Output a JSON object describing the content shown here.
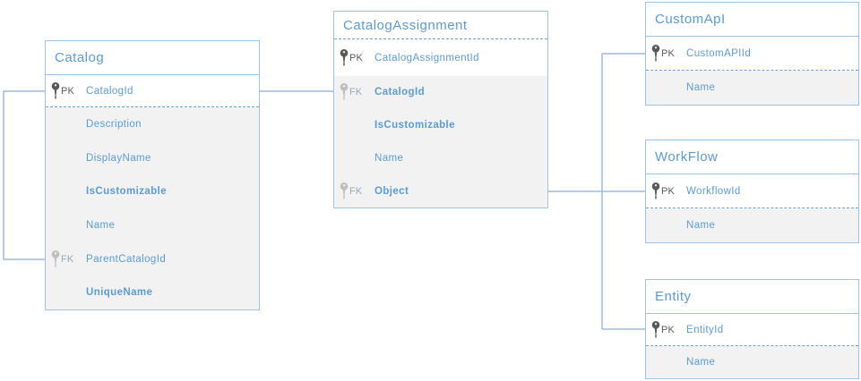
{
  "diagram": {
    "colors": {
      "table_border": "#9dc3e6",
      "connector": "#9fbcdb",
      "title_text": "#5b9bd5",
      "field_text": "#5b9bd5",
      "pk_label": "#595959",
      "fk_label": "#96a9be",
      "pk_icon": "#595959",
      "fk_icon": "#bfbfbf",
      "attr_row_bg": "#f2f2f2",
      "table_bg": "#ffffff"
    },
    "tables": [
      {
        "title": "Catalog",
        "fields": [
          {
            "key": "PK",
            "name": "CatalogId",
            "bold": false
          },
          {
            "key": "",
            "name": "Description",
            "bold": false
          },
          {
            "key": "",
            "name": "DisplayName",
            "bold": false
          },
          {
            "key": "",
            "name": "IsCustomizable",
            "bold": true
          },
          {
            "key": "",
            "name": "Name",
            "bold": false
          },
          {
            "key": "FK",
            "name": "ParentCatalogId",
            "bold": false
          },
          {
            "key": "",
            "name": "UniqueName",
            "bold": true
          }
        ]
      },
      {
        "title": "CatalogAssignment",
        "fields": [
          {
            "key": "PK",
            "name": "CatalogAssignmentId",
            "bold": false
          },
          {
            "key": "FK",
            "name": "CatalogId",
            "bold": true
          },
          {
            "key": "",
            "name": "IsCustomizable",
            "bold": true
          },
          {
            "key": "",
            "name": "Name",
            "bold": false
          },
          {
            "key": "FK",
            "name": "Object",
            "bold": true
          }
        ]
      },
      {
        "title": "CustomApI",
        "fields": [
          {
            "key": "PK",
            "name": "CustomAPIId",
            "bold": false
          },
          {
            "key": "",
            "name": "Name",
            "bold": false
          }
        ]
      },
      {
        "title": "WorkFlow",
        "fields": [
          {
            "key": "PK",
            "name": "WorkflowId",
            "bold": false
          },
          {
            "key": "",
            "name": "Name",
            "bold": false
          }
        ]
      },
      {
        "title": "Entity",
        "fields": [
          {
            "key": "PK",
            "name": "EntityId",
            "bold": false
          },
          {
            "key": "",
            "name": "Name",
            "bold": false
          }
        ]
      }
    ],
    "relationships": [
      {
        "from": "Catalog.ParentCatalogId",
        "to": "Catalog.CatalogId"
      },
      {
        "from": "CatalogAssignment.CatalogId",
        "to": "Catalog.CatalogId"
      },
      {
        "from": "CatalogAssignment.Object",
        "to": "CustomApI.CustomAPIId"
      },
      {
        "from": "CatalogAssignment.Object",
        "to": "WorkFlow.WorkflowId"
      },
      {
        "from": "CatalogAssignment.Object",
        "to": "Entity.EntityId"
      }
    ]
  }
}
